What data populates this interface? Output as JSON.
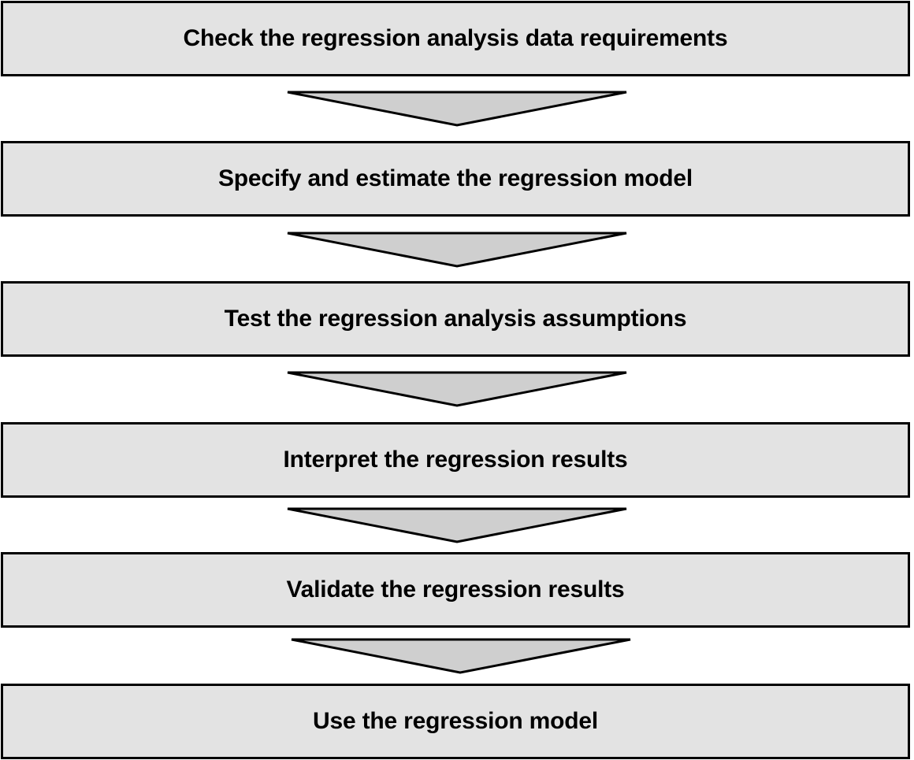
{
  "flowchart": {
    "steps": [
      {
        "label": "Check the regression analysis data requirements"
      },
      {
        "label": "Specify and estimate the regression model"
      },
      {
        "label": "Test the regression analysis assumptions"
      },
      {
        "label": "Interpret the regression results"
      },
      {
        "label": "Validate the regression results"
      },
      {
        "label": "Use the regression model"
      }
    ],
    "arrow_icon": "down-triangle-arrow",
    "colors": {
      "box_fill": "#e3e3e3",
      "arrow_fill": "#cfcfcf",
      "outline": "#000000",
      "text": "#000000"
    }
  }
}
